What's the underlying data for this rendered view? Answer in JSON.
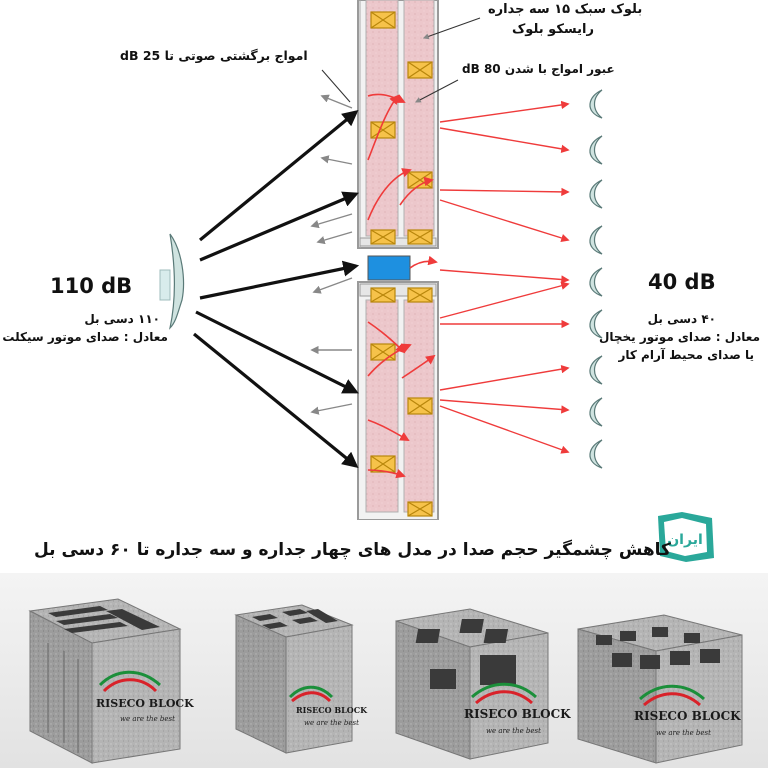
{
  "labels": {
    "block_title_line1": "بلوک سبک ۱۵ سه جداره",
    "block_title_line2": "رایسکو بلوک",
    "reflected": "امواج برگشتی صوتی تا 25 dB",
    "transmitted": "عبور امواج با شدن 80 dB",
    "source_level": "110 dB",
    "source_line1": "۱۱۰ دسی بل",
    "source_line2": "معادل : صدای موتور سیکلت",
    "receiver_level": "40 dB",
    "receiver_line1": "۴۰ دسی بل",
    "receiver_line2": "معادل : صدای موتور یخچال",
    "receiver_line3": "یا صدای محیط آرام کار"
  },
  "headline": "کاهش چشمگیر حجم صدا در مدل های چهار جداره و سه جداره تا ۶۰ دسی بل",
  "logo": {
    "text": "ایران",
    "icon": "isiri-standard-logo"
  },
  "products": [
    {
      "brand": "RISECO BLOCK",
      "slogan": "we are the best"
    },
    {
      "brand": "RISECO BLOCK",
      "slogan": "we are the best"
    },
    {
      "brand": "RISECO BLOCK",
      "slogan": "we are the best"
    },
    {
      "brand": "RISECO BLOCK",
      "slogan": "we are the best"
    }
  ],
  "colors": {
    "insulation": "#ecc7cb",
    "wall_frame": "#9a9a9a",
    "red_wave": "#ef3b3b",
    "incoming_arrow": "#111111",
    "reflected_arrow": "#888888",
    "ear": "#cfe3e0",
    "connector": "#1e90e0",
    "logo_teal": "#2aa89a",
    "flag_green": "#1b8f3a",
    "flag_red": "#d9222a"
  }
}
